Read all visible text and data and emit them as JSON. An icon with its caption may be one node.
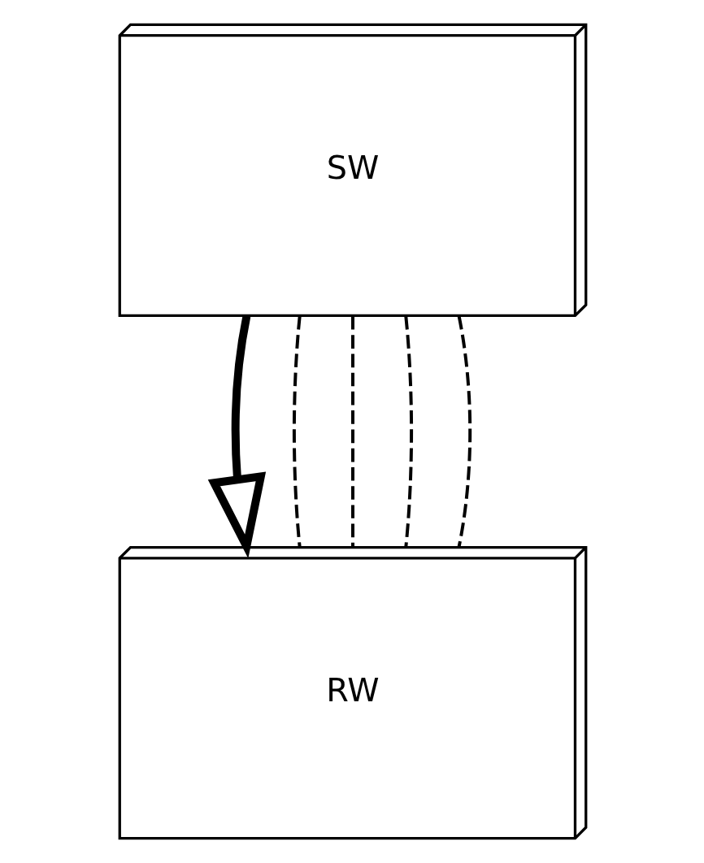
{
  "diagram": {
    "nodes": [
      {
        "text": [
          "SW"
        ]
      },
      {
        "text": [
          "RW"
        ]
      }
    ],
    "edges": [
      {
        "from": 0,
        "to": 1,
        "arrow": "to",
        "style": "thick"
      },
      {
        "from": 0,
        "to": 1,
        "arrow": "none",
        "style": "dashed"
      },
      {
        "from": 0,
        "to": 1,
        "arrow": "none",
        "style": "dashed"
      },
      {
        "from": 0,
        "to": 1,
        "arrow": "none",
        "style": "dashed"
      },
      {
        "from": 0,
        "to": 1,
        "arrow": "none",
        "style": "dashed"
      }
    ]
  }
}
